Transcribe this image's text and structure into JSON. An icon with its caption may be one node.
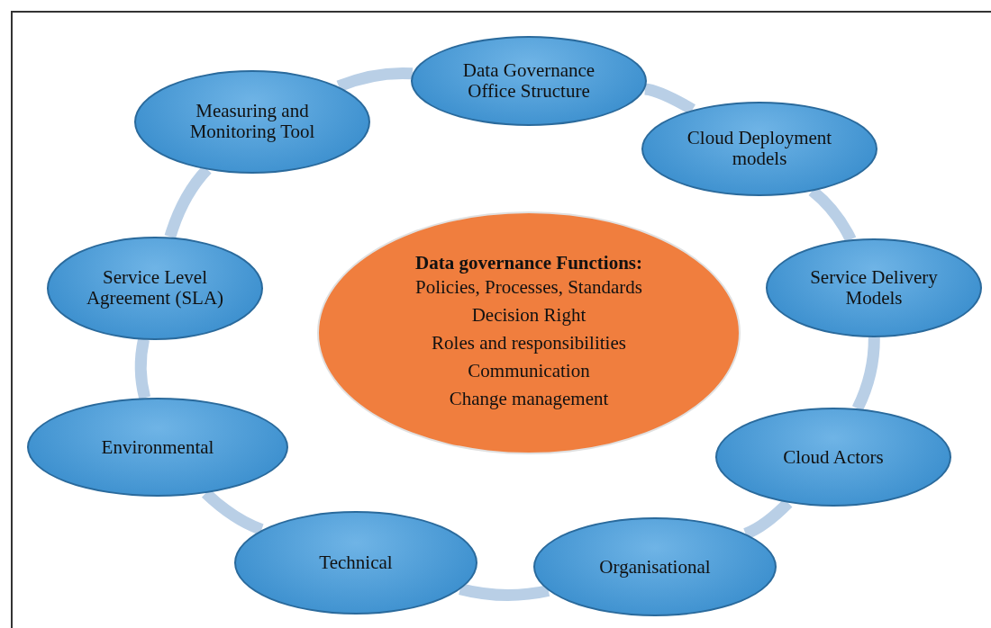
{
  "diagram": {
    "nodes": [
      {
        "text": [
          "Data Governance Office Structure"
        ]
      },
      {
        "text": [
          "Cloud Deployment models"
        ]
      },
      {
        "text": [
          "Service Delivery Models"
        ]
      },
      {
        "text": [
          "Cloud Actors"
        ]
      },
      {
        "text": [
          "Organisational"
        ]
      },
      {
        "text": [
          "Technical"
        ]
      },
      {
        "text": [
          "Environmental"
        ]
      },
      {
        "text": [
          "Service Level Agreement (SLA)"
        ]
      },
      {
        "text": [
          "Measuring and Monitoring Tool"
        ]
      },
      {
        "text": [
          "Data governance Functions:",
          "Policies, Processes, Standards",
          "Decision Right",
          "Roles and responsibilities",
          "Communication",
          "Change management"
        ]
      }
    ],
    "edges": [
      {
        "from": 0,
        "to": 1,
        "arrow": "none"
      },
      {
        "from": 1,
        "to": 2,
        "arrow": "none"
      },
      {
        "from": 2,
        "to": 3,
        "arrow": "none"
      },
      {
        "from": 3,
        "to": 4,
        "arrow": "none"
      },
      {
        "from": 4,
        "to": 5,
        "arrow": "none"
      },
      {
        "from": 5,
        "to": 6,
        "arrow": "none"
      },
      {
        "from": 6,
        "to": 7,
        "arrow": "none"
      },
      {
        "from": 7,
        "to": 8,
        "arrow": "none"
      },
      {
        "from": 8,
        "to": 0,
        "arrow": "none"
      }
    ]
  }
}
